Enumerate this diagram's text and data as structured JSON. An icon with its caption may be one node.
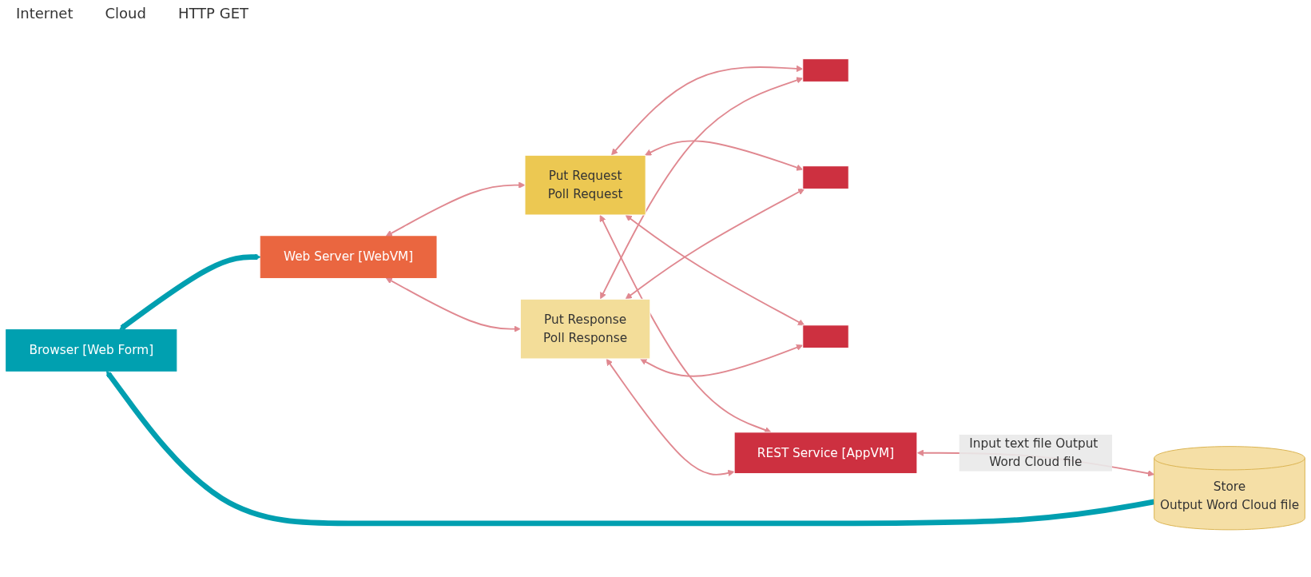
{
  "diagram": {
    "nodes": [
      {
        "text": [
          "Browser [Web Form]"
        ]
      },
      {
        "text": [
          "Web Server [WebVM]"
        ]
      },
      {
        "text": [
          "Put Request",
          "Poll Request"
        ]
      },
      {
        "text": [
          "Put Response",
          "Poll Response"
        ]
      },
      {
        "text": [],
        "shape": "box"
      },
      {
        "text": [],
        "shape": "box"
      },
      {
        "text": [],
        "shape": "box"
      },
      {
        "text": [
          "REST Service [AppVM]"
        ]
      },
      {
        "text": [
          "Store",
          "Output Word Cloud file"
        ]
      }
    ],
    "edges": [
      {
        "from": 0,
        "to": 1,
        "arrow": "both",
        "style": "thick",
        "color": "#009fb0"
      },
      {
        "from": 1,
        "to": 2,
        "arrow": "both"
      },
      {
        "from": 1,
        "to": 3,
        "arrow": "both"
      },
      {
        "from": 2,
        "to": 4,
        "arrow": "both"
      },
      {
        "from": 2,
        "to": 5,
        "arrow": "both"
      },
      {
        "from": 2,
        "to": 6,
        "arrow": "both"
      },
      {
        "from": 2,
        "to": 7,
        "arrow": "both"
      },
      {
        "from": 3,
        "to": 4,
        "arrow": "both"
      },
      {
        "from": 3,
        "to": 5,
        "arrow": "both"
      },
      {
        "from": 3,
        "to": 6,
        "arrow": "both"
      },
      {
        "from": 3,
        "to": 7,
        "arrow": "both"
      },
      {
        "from": 7,
        "to": 8,
        "arrow": "both",
        "label": "Input text file Output Word Cloud file"
      },
      {
        "from": 8,
        "to": 0,
        "arrow": "to",
        "style": "thick",
        "color": "#009fb0"
      }
    ],
    "labels": [
      "Internet",
      "Cloud",
      "HTTP GET"
    ]
  }
}
